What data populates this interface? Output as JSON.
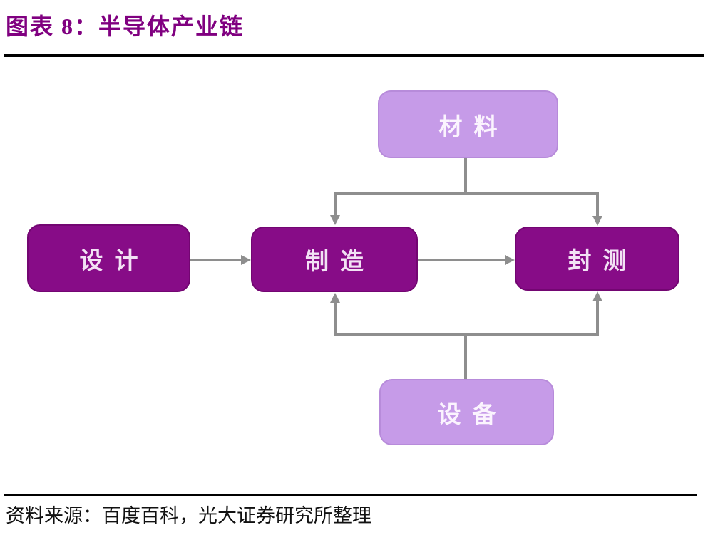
{
  "figure": {
    "title": "图表 8：半导体产业链",
    "source": "资料来源：百度百科，光大证券研究所整理"
  },
  "diagram": {
    "nodes": [
      {
        "id": "materials",
        "label": "材料",
        "variant": "light"
      },
      {
        "id": "design",
        "label": "设计",
        "variant": "dark"
      },
      {
        "id": "manufacturing",
        "label": "制造",
        "variant": "dark"
      },
      {
        "id": "packaging-testing",
        "label": "封测",
        "variant": "dark"
      },
      {
        "id": "equipment",
        "label": "设备",
        "variant": "light"
      }
    ],
    "edges": [
      {
        "from": "design",
        "to": "manufacturing"
      },
      {
        "from": "manufacturing",
        "to": "packaging-testing"
      },
      {
        "from": "materials",
        "to": "manufacturing"
      },
      {
        "from": "materials",
        "to": "packaging-testing"
      },
      {
        "from": "equipment",
        "to": "manufacturing"
      },
      {
        "from": "equipment",
        "to": "packaging-testing"
      }
    ]
  },
  "colors": {
    "title_text": "#800080",
    "dark_node_fill": "#870C87",
    "dark_node_border": "#730672",
    "light_node_fill": "#C69BE8",
    "light_node_border": "#B78BDA",
    "node_text": "#F2E2F4",
    "light_node_text": "#FBF4FE",
    "connector": "#8E8E8E",
    "rule": "#000000",
    "source_text": "#111111"
  }
}
